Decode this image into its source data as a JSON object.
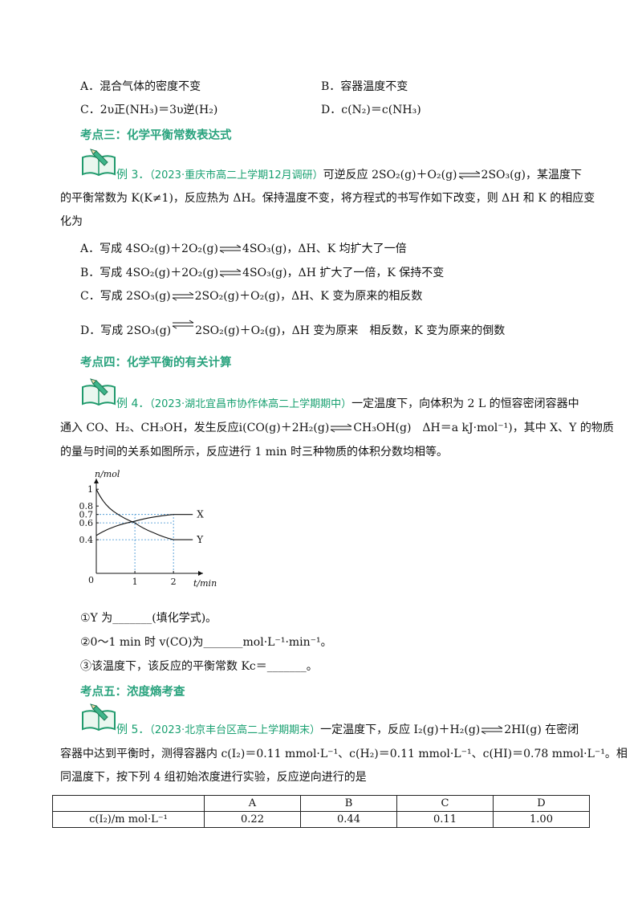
{
  "q_prev": {
    "optA": "A．混合气体的密度不变",
    "optB": "B．容器温度不变",
    "optC": "C．2υ正(NH₃)＝3υ逆(H₂)",
    "optD": "D．c(N₂)＝c(NH₃)"
  },
  "sec3": {
    "heading": "考点三：化学平衡常数表达式",
    "label": "例 3．",
    "source": "（2023·重庆市高二上学期12月调研）",
    "stem1a": "可逆反应 2SO₂(g)＋O₂(g)",
    "stem1b": "2SO₃(g)，某温度下",
    "stem2": "的平衡常数为 K(K≠1)，反应热为 ΔH。保持温度不变，将方程式的书写作如下改变，则 ΔH 和 K 的相应变",
    "stem3": "化为",
    "optA_a": "A．写成 4SO₂(g)＋2O₂(g)",
    "optA_b": "4SO₃(g)，ΔH、K 均扩大了一倍",
    "optB_a": "B．写成 4SO₂(g)＋2O₂(g)",
    "optB_b": "4SO₃(g)，ΔH 扩大了一倍，K 保持不变",
    "optC_a": "C．写成 2SO₃(g)",
    "optC_b": "2SO₂(g)＋O₂(g)，ΔH、K 变为原来的相反数",
    "optD_a": "D．写成 2SO₃(g)",
    "optD_b": "2SO₂(g)＋O₂(g)，ΔH 变为原来　相反数，K 变为原来的倒数"
  },
  "sec4": {
    "heading": "考点四：化学平衡的有关计算",
    "label": "例 4．",
    "source": "（2023·湖北宜昌市协作体高二上学期期中）",
    "stem1": "一定温度下，向体积为 2 L 的恒容密闭容器中",
    "stem2a": "通入 CO、H₂、CH₃OH，发生反应ⅰ(CO(g)＋2H₂(g)",
    "stem2b": "CH₃OH(g)　ΔH＝a kJ·mol⁻¹)，其中 X、Y 的物质",
    "stem3": "的量与时间的关系如图所示，反应进行 1 min 时三种物质的体积分数均相等。",
    "q1": "①Y 为_______(填化学式)。",
    "q2": "②0～1 min 时 v(CO)为_______mol·L⁻¹·min⁻¹。",
    "q3": "③该温度下，该反应的平衡常数 Kc＝_______。"
  },
  "chart_data": {
    "type": "line",
    "xlabel": "t/min",
    "ylabel": "n/mol",
    "origin_label": "0",
    "x_ticks": [
      1,
      2
    ],
    "y_ticks": [
      0.4,
      0.6,
      0.7,
      0.8,
      1
    ],
    "xlim": [
      0,
      2.6
    ],
    "ylim": [
      0,
      1.05
    ],
    "series": [
      {
        "name": "X",
        "x": [
          0,
          0.5,
          1,
          1.5,
          2,
          2.5
        ],
        "y": [
          0.45,
          0.56,
          0.62,
          0.67,
          0.7,
          0.7
        ]
      },
      {
        "name": "Y",
        "x": [
          0,
          0.25,
          0.5,
          1,
          1.5,
          2,
          2.5
        ],
        "y": [
          1.0,
          0.82,
          0.72,
          0.6,
          0.48,
          0.4,
          0.4
        ]
      }
    ]
  },
  "sec5": {
    "heading": "考点五：浓度熵考查",
    "label": "例 5．",
    "source": "（2023·北京丰台区高二上学期期末）",
    "stem1a": "一定温度下，反应 I₂(g)＋H₂(g)",
    "stem1b": "2HI(g) 在密闭",
    "stem2": "容器中达到平衡时，测得容器内 c(I₂)＝0.11 mmol·L⁻¹、c(H₂)＝0.11 mmol·L⁻¹、c(HI)＝0.78 mmol·L⁻¹。相",
    "stem3": "同温度下，按下列 4 组初始浓度进行实验，反应逆向进行的是",
    "table": {
      "header": [
        "",
        "A",
        "B",
        "C",
        "D"
      ],
      "row1": [
        "c(I₂)/m mol·L⁻¹",
        "0.22",
        "0.44",
        "0.11",
        "1.00"
      ]
    }
  }
}
